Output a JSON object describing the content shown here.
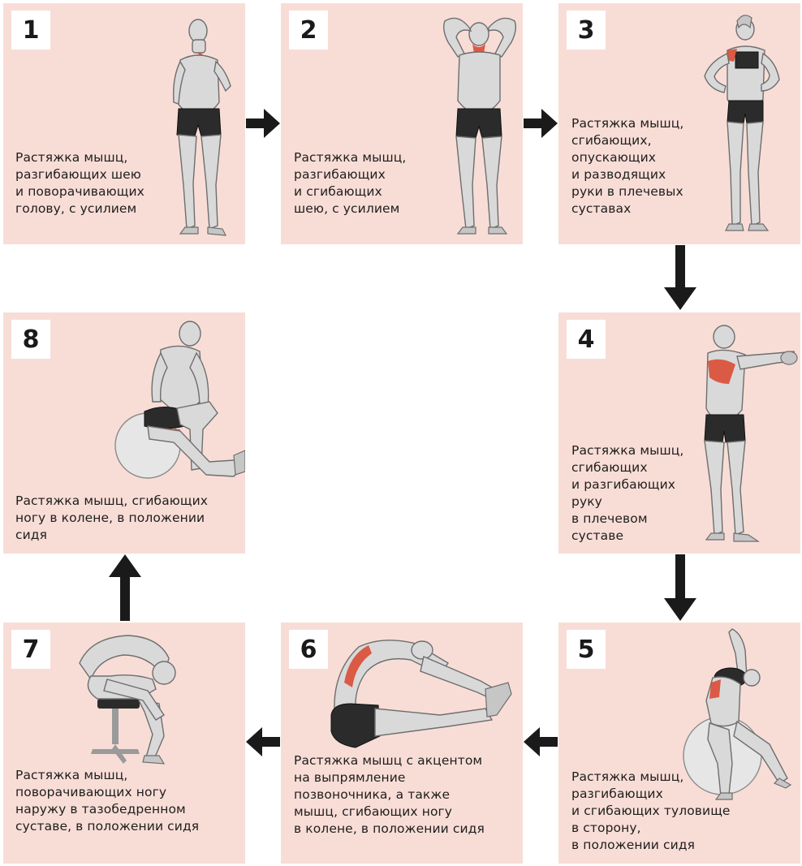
{
  "steps": [
    {
      "number": "1",
      "text": "Растяжка мышц,\nразгибающих шею\nи поворачивающих\nголову, с усилием"
    },
    {
      "number": "2",
      "text": "Растяжка мышц,\nразгибающих\nи сгибающих\nшею, с усилием"
    },
    {
      "number": "3",
      "text": "Растяжка мышц,\nсгибающих,\nопускающих\nи разводящих\nруки в плечевых\nсуставах"
    },
    {
      "number": "4",
      "text": "Растяжка мышц,\nсгибающих\nи разгибающих\nруку\nв плечевом\nсуставе"
    },
    {
      "number": "5",
      "text": "Растяжка мышц,\nразгибающих\nи сгибающих туловище\nв сторону,\nв положении сидя"
    },
    {
      "number": "6",
      "text": "Растяжка мышц с акцентом\nна выпрямление\nпозвоночника, а также\nмышц, сгибающих ногу\nв колене, в положении сидя"
    },
    {
      "number": "7",
      "text": "Растяжка мышц,\nповорачивающих ногу\nнаружу в тазобедренном\nсуставе, в положении сидя"
    },
    {
      "number": "8",
      "text": "Растяжка мышц, сгибающих\nногу в колене, в положении\nсидя"
    }
  ],
  "colors": {
    "card_bg": "#f8ddd6",
    "number_bg": "#ffffff",
    "arrow": "#1a1a1a",
    "muscle_highlight": "#d94b35"
  },
  "icons": [
    "arrow-right",
    "arrow-down",
    "arrow-left",
    "arrow-up"
  ]
}
